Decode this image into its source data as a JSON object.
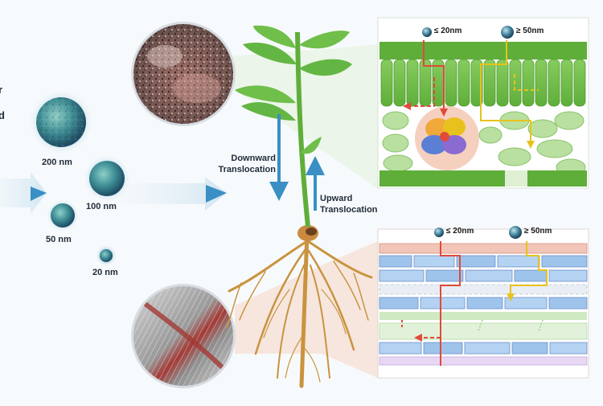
{
  "particles": {
    "size_200": "200 nm",
    "size_100": "100 nm",
    "size_50": "50 nm",
    "size_20": "20 nm"
  },
  "translocation": {
    "downward": [
      "Downward",
      "Translocation"
    ],
    "upward": [
      "Upward",
      "Translocation"
    ]
  },
  "leaf_panel": {
    "small_label": "≤ 20nm",
    "large_label": "≥ 50nm"
  },
  "root_panel": {
    "small_label": "≤ 20nm",
    "large_label": "≥ 50nm"
  },
  "edge_fragments": [
    "r",
    "d"
  ],
  "colors": {
    "small_path": "#e04a3a",
    "large_path": "#e8c21c",
    "leaf_green": "#6fbf4a",
    "stem_green": "#5fae3a",
    "root_brown": "#c9933f",
    "arrow_blue": "#3a8fc4",
    "particle_teal": "#3f8f96"
  }
}
